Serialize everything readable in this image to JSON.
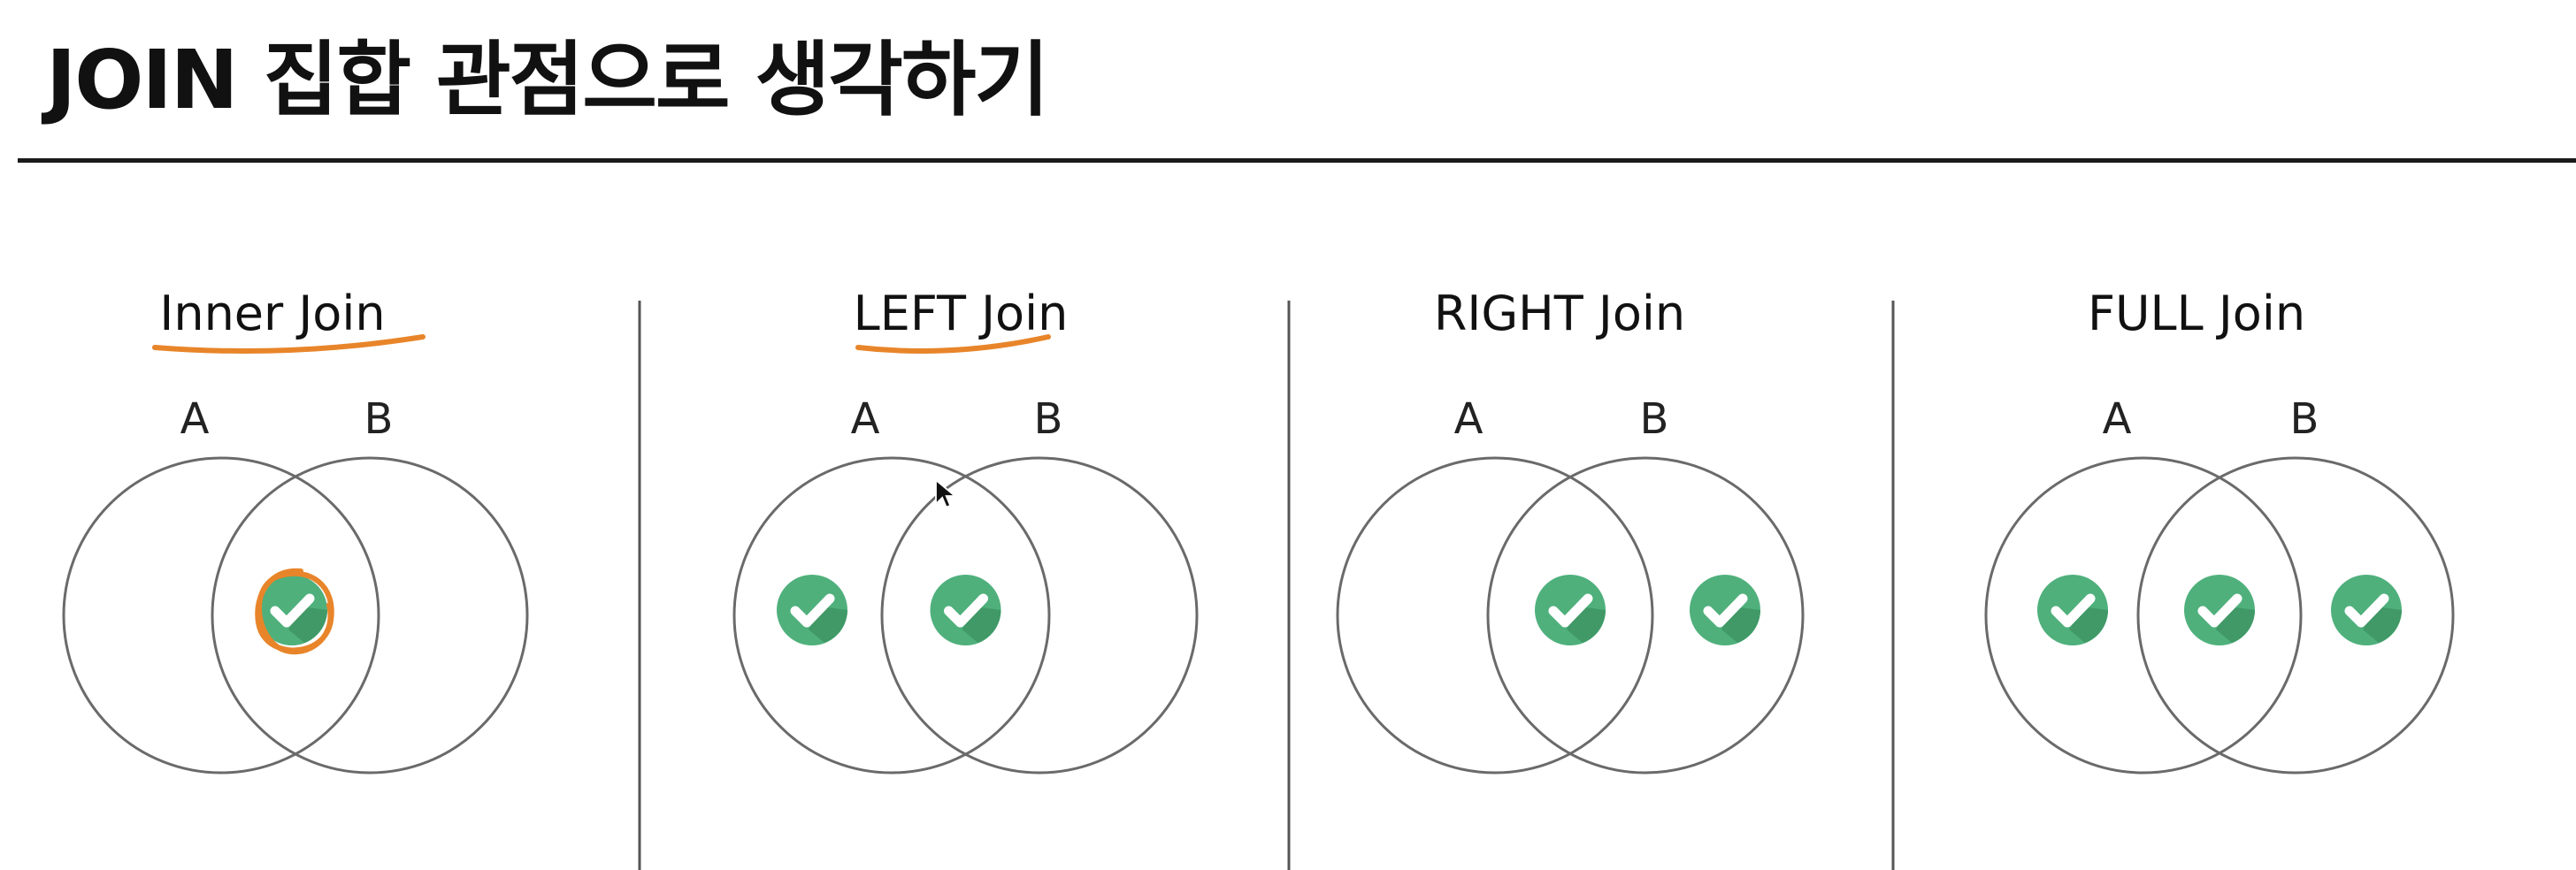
{
  "title": "JOIN 집합 관점으로 생각하기",
  "colors": {
    "check_fill": "#4fb07c",
    "check_shadow": "#3e9765",
    "highlight": "#e8852a",
    "circle_stroke": "#6a6a6a",
    "rule": "#1a1a1a"
  },
  "panels": [
    {
      "id": "inner",
      "label": "Inner Join",
      "set_a": "A",
      "set_b": "B",
      "checks": [
        "intersection"
      ],
      "label_underlined": true,
      "intersection_circled": true
    },
    {
      "id": "left",
      "label": "LEFT Join",
      "set_a": "A",
      "set_b": "B",
      "checks": [
        "left",
        "intersection"
      ],
      "label_underlined": true,
      "intersection_circled": false
    },
    {
      "id": "right",
      "label": "RIGHT Join",
      "set_a": "A",
      "set_b": "B",
      "checks": [
        "intersection",
        "right"
      ],
      "label_underlined": false,
      "intersection_circled": false
    },
    {
      "id": "full",
      "label": "FULL Join",
      "set_a": "A",
      "set_b": "B",
      "checks": [
        "left",
        "intersection",
        "right"
      ],
      "label_underlined": false,
      "intersection_circled": false
    }
  ],
  "icons": {
    "check": "check-circle-icon",
    "cursor": "mouse-pointer-icon"
  }
}
